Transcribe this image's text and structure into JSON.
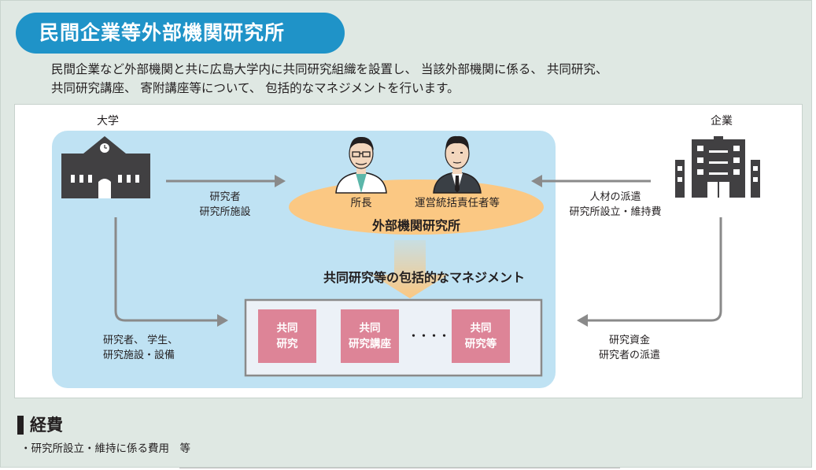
{
  "header": {
    "title": "民間企業等外部機関研究所",
    "intro_line1": "民間企業など外部機関と共に広島大学内に共同研究組織を設置し、 当該外部機関に係る、 共同研究、",
    "intro_line2": "共同研究講座、 寄附講座等について、 包括的なマネジメントを行います。"
  },
  "diagram": {
    "university_label": "大学",
    "company_label": "企業",
    "flow_univ_to_center": [
      "研究者",
      "研究所施設"
    ],
    "flow_company_to_center": [
      "人材の派遣",
      "研究所設立・維持費"
    ],
    "flow_univ_to_projects": [
      "研究者、 学生、",
      "研究施設・設備"
    ],
    "flow_company_to_projects": [
      "研究資金",
      "研究者の派遣"
    ],
    "director_label": "所長",
    "manager_label": "運営統括責任者等",
    "center_name": "外部機関研究所",
    "management_label": "共同研究等の包括的なマネジメント",
    "projects": [
      "共同\n研究",
      "共同\n研究講座",
      "共同\n研究等"
    ],
    "ellipsis": "・・・・"
  },
  "expenses": {
    "heading": "経費",
    "item": "・研究所設立・維持に係る費用　等"
  },
  "colors": {
    "title_bg": "#1f93c8",
    "panel_bg": "#dfe8e3",
    "org_area": "#bfe2f3",
    "ellipse": "#fbc883",
    "arrow": "#888888",
    "project_box": "#dd8497",
    "building": "#414042"
  }
}
